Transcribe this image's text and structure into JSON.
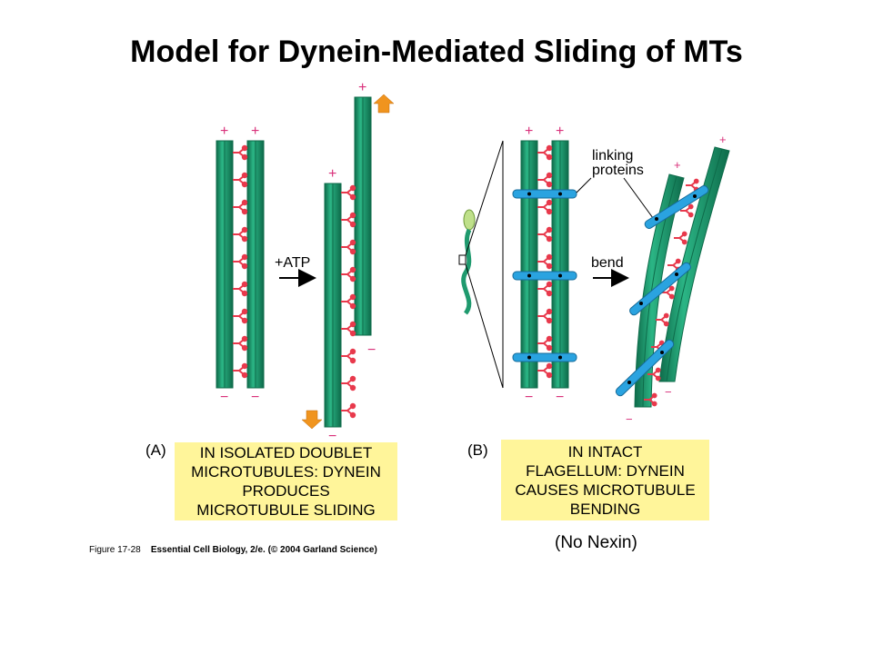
{
  "title": "Model for Dynein-Mediated Sliding of MTs",
  "panel_a": {
    "label": "(A)",
    "arrow_label": "+ATP",
    "caption": "IN ISOLATED DOUBLET\nMICROTUBULES: DYNEIN\nPRODUCES\nMICROTUBULE SLIDING",
    "plus": "+",
    "minus": "−"
  },
  "panel_b": {
    "label": "(B)",
    "arrow_label": "bend",
    "linking_label": "linking\nproteins",
    "caption": "IN INTACT\nFLAGELLUM: DYNEIN\nCAUSES MICROTUBULE\nBENDING"
  },
  "credit": {
    "figure": "Figure 17-28",
    "book": "Essential Cell Biology, 2/e. (© 2004 Garland Science)"
  },
  "note": "(No Nexin)",
  "colors": {
    "tubule": "#1f9a6e",
    "tubule_dark": "#0e6b4a",
    "dynein": "#e8394c",
    "linker": "#2aa3e0",
    "sign": "#d9307a",
    "orange": "#f0941e",
    "caption_bg": "#fff59a"
  }
}
